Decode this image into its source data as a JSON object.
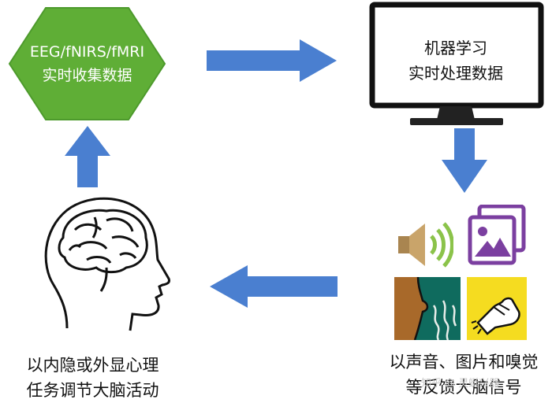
{
  "nodes": {
    "collect": {
      "line1": "EEG/fNIRS/fMRI",
      "line2": "实时收集数据"
    },
    "process": {
      "line1": "机器学习",
      "line2": "实时处理数据"
    },
    "feedback": {
      "line1": "以声音、图片和嗅觉",
      "line2": "等反馈大脑信号"
    },
    "task": {
      "line1": "以内隐或外显心理",
      "line2": "任务调节大脑活动"
    }
  },
  "colors": {
    "hexagon": "#5fae36",
    "arrow": "#4a7fd0",
    "speaker_wave": "#8bc34a",
    "picture_icon": "#7b3fa0",
    "nose_bg": "#0f6b5e",
    "hand_bg": "#f5dc20"
  },
  "icons": [
    "speaker-icon",
    "picture-icon",
    "smell-icon",
    "touch-hand-icon",
    "brain-head-icon",
    "monitor-icon"
  ],
  "watermark": "知乎 @ 灵蜓兴器"
}
